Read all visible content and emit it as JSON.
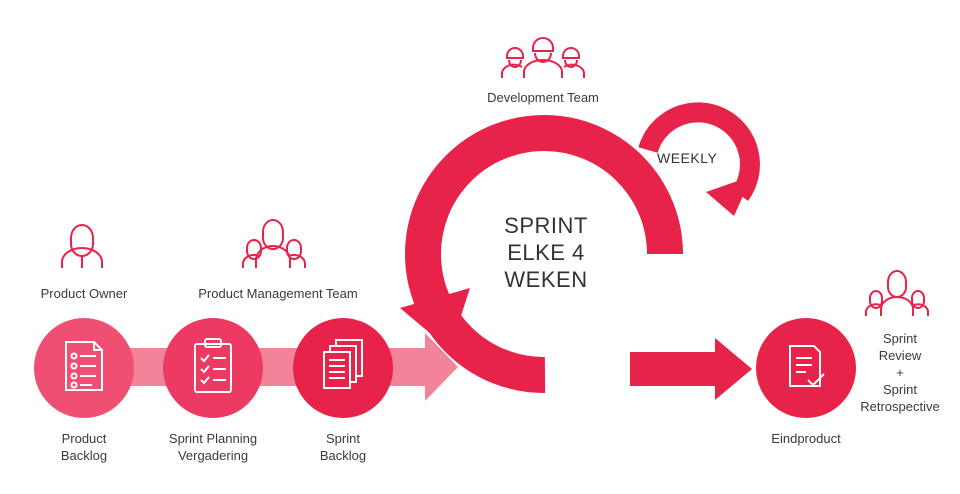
{
  "colors": {
    "accent": "#e8234a",
    "accent_light": "#f3829b",
    "accent_mid": "#ee4f72",
    "icon_outline": "#e8234a",
    "text": "#333333"
  },
  "roles": {
    "product_owner": "Product Owner",
    "product_management_team": "Product Management Team",
    "development_team": "Development Team",
    "review_line1": "Sprint",
    "review_line2": "Review",
    "review_plus": "+",
    "review_line3": "Sprint",
    "review_line4": "Retrospective"
  },
  "steps": [
    {
      "line1": "Product",
      "line2": "Backlog",
      "icon": "list-document-icon"
    },
    {
      "line1": "Sprint Planning",
      "line2": "Vergadering",
      "icon": "clipboard-checklist-icon"
    },
    {
      "line1": "Sprint",
      "line2": "Backlog",
      "icon": "stacked-documents-icon"
    }
  ],
  "sprint": {
    "line1": "SPRINT",
    "line2": "ELKE 4",
    "line3": "WEKEN"
  },
  "weekly": "WEEKLY",
  "result": {
    "label": "Eindproduct",
    "icon": "checked-document-icon"
  }
}
